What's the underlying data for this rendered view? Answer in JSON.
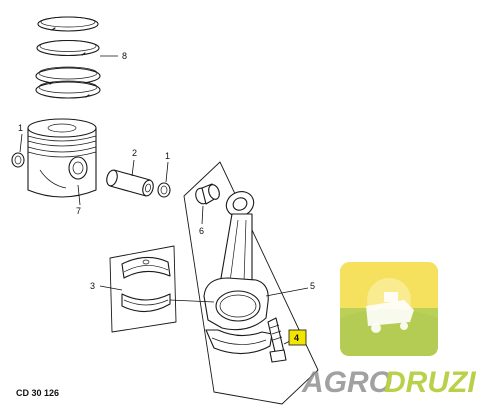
{
  "diagram": {
    "reference": "CD 30 126",
    "callouts": {
      "c8": "8",
      "c1a": "1",
      "c2": "2",
      "c1b": "1",
      "c7": "7",
      "c6": "6",
      "c3": "3",
      "c5": "5",
      "c4": "4"
    },
    "highlight_color": "#f2e600"
  },
  "watermark": {
    "brand_left": "AGRO",
    "brand_right": "DRUZI",
    "color_left": "#8a8a8a",
    "color_right": "#a8c61c"
  }
}
